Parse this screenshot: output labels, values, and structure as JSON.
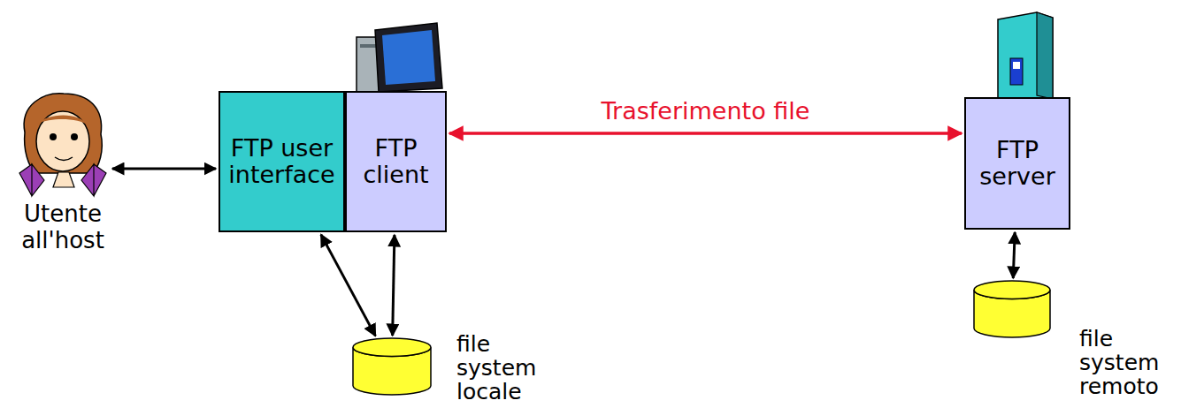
{
  "diagram": {
    "nodes": [
      {
        "text": [
          "Utente all'host"
        ]
      },
      {
        "text": [
          "FTP user interface"
        ]
      },
      {
        "text": [
          "FTP client"
        ]
      },
      {
        "text": [
          "file system locale"
        ]
      },
      {
        "text": [
          "FTP server"
        ]
      },
      {
        "text": [
          "file system remoto"
        ]
      }
    ],
    "edges": [
      {
        "from": 0,
        "to": 1,
        "arrow": "both"
      },
      {
        "from": 1,
        "to": 3,
        "arrow": "both"
      },
      {
        "from": 2,
        "to": 3,
        "arrow": "both"
      },
      {
        "from": 2,
        "to": 4,
        "label": "Trasferimento file",
        "arrow": "both"
      },
      {
        "from": 4,
        "to": 5,
        "arrow": "both"
      }
    ]
  }
}
